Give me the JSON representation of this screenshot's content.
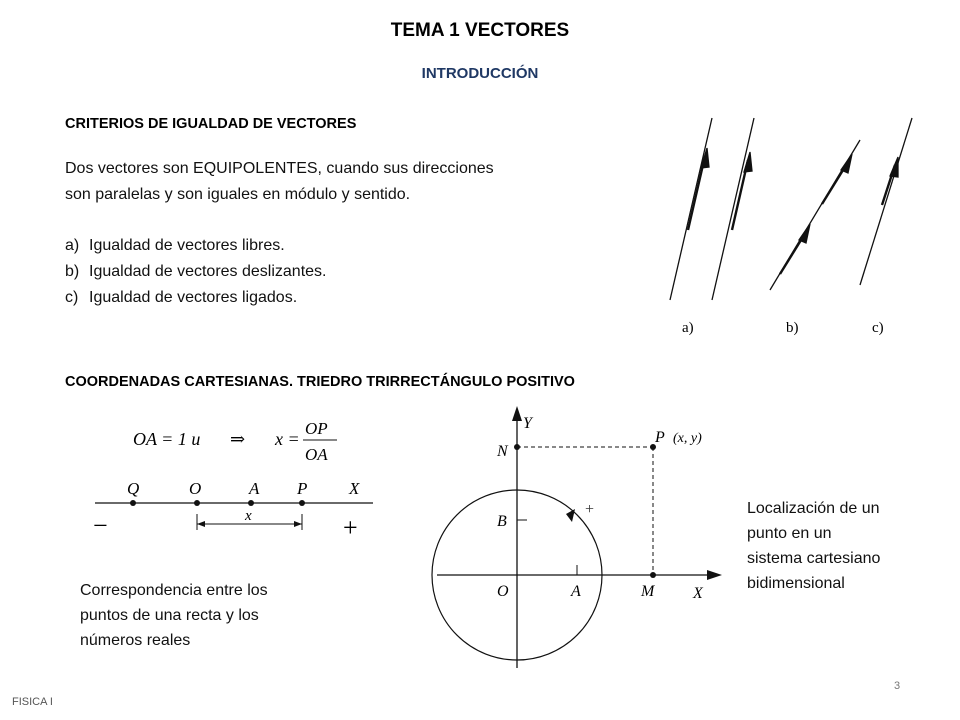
{
  "title": "TEMA 1 VECTORES",
  "subtitle": "INTRODUCCIÓN",
  "section1": {
    "heading": "CRITERIOS DE IGUALDAD DE VECTORES",
    "paragraph_line1": "Dos vectores son EQUIPOLENTES, cuando sus direcciones",
    "paragraph_line2": "son paralelas y son iguales en módulo y sentido.",
    "items": [
      {
        "marker": "a)",
        "text": "Igualdad de vectores libres."
      },
      {
        "marker": "b)",
        "text": "Igualdad de vectores deslizantes."
      },
      {
        "marker": "c)",
        "text": "Igualdad de vectores ligados."
      }
    ],
    "figure_labels": [
      "a)",
      "b)",
      "c)"
    ]
  },
  "section2": {
    "heading": "COORDENADAS CARTESIANAS. TRIEDRO TRIRRECTÁNGULO POSITIVO",
    "formula": {
      "lhs": "OA = 1 u",
      "implies": "⇒",
      "x": "x =",
      "numerator": "OP",
      "denominator": "OA"
    },
    "line_points": [
      "Q",
      "O",
      "A",
      "P",
      "X"
    ],
    "segment_label": "x",
    "minus": "−",
    "plus": "+",
    "caption_left": [
      "Correspondencia  entre los",
      "puntos de una recta y los",
      "números reales"
    ],
    "plane": {
      "y_axis": "Y",
      "x_axis": "X",
      "n": "N",
      "p": "P",
      "p_coords": "(x, y)",
      "b": "B",
      "o": "O",
      "a": "A",
      "m": "M",
      "plus": "+"
    },
    "caption_right": [
      "Localización de un",
      "punto en un",
      "sistema cartesiano",
      "bidimensional"
    ]
  },
  "footer": "FISICA I",
  "page_number": "3"
}
